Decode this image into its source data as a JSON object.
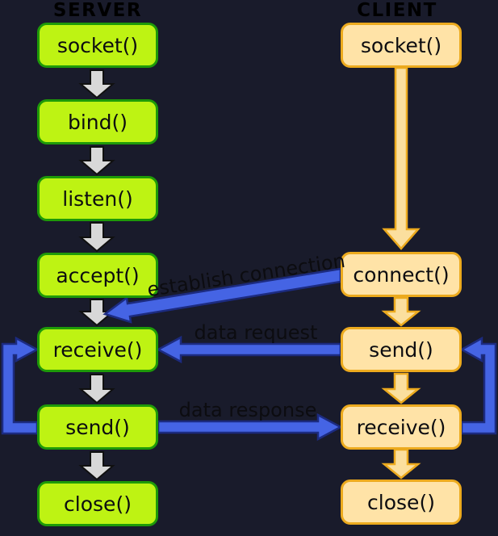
{
  "server": {
    "title": "SERVER",
    "steps": [
      "socket()",
      "bind()",
      "listen()",
      "accept()",
      "receive()",
      "send()",
      "close()"
    ]
  },
  "client": {
    "title": "CLIENT",
    "steps": [
      "socket()",
      "connect()",
      "send()",
      "receive()",
      "close()"
    ]
  },
  "connections": {
    "establish": "establish connection",
    "request": "data request",
    "response": "data response"
  },
  "colors": {
    "bg": "#191b2b",
    "server-box-fill": "#bef313",
    "server-box-border": "#1e9a08",
    "client-box-fill": "#ffe3a7",
    "client-box-border": "#ecaa1e",
    "gray-arrow-fill": "#d8d8d8",
    "orange-arrow-fill": "#fbdf9e",
    "blue-arrow-fill": "#4564e4",
    "blue-arrow-border": "#1c2b80",
    "text": "#0c0c10"
  }
}
